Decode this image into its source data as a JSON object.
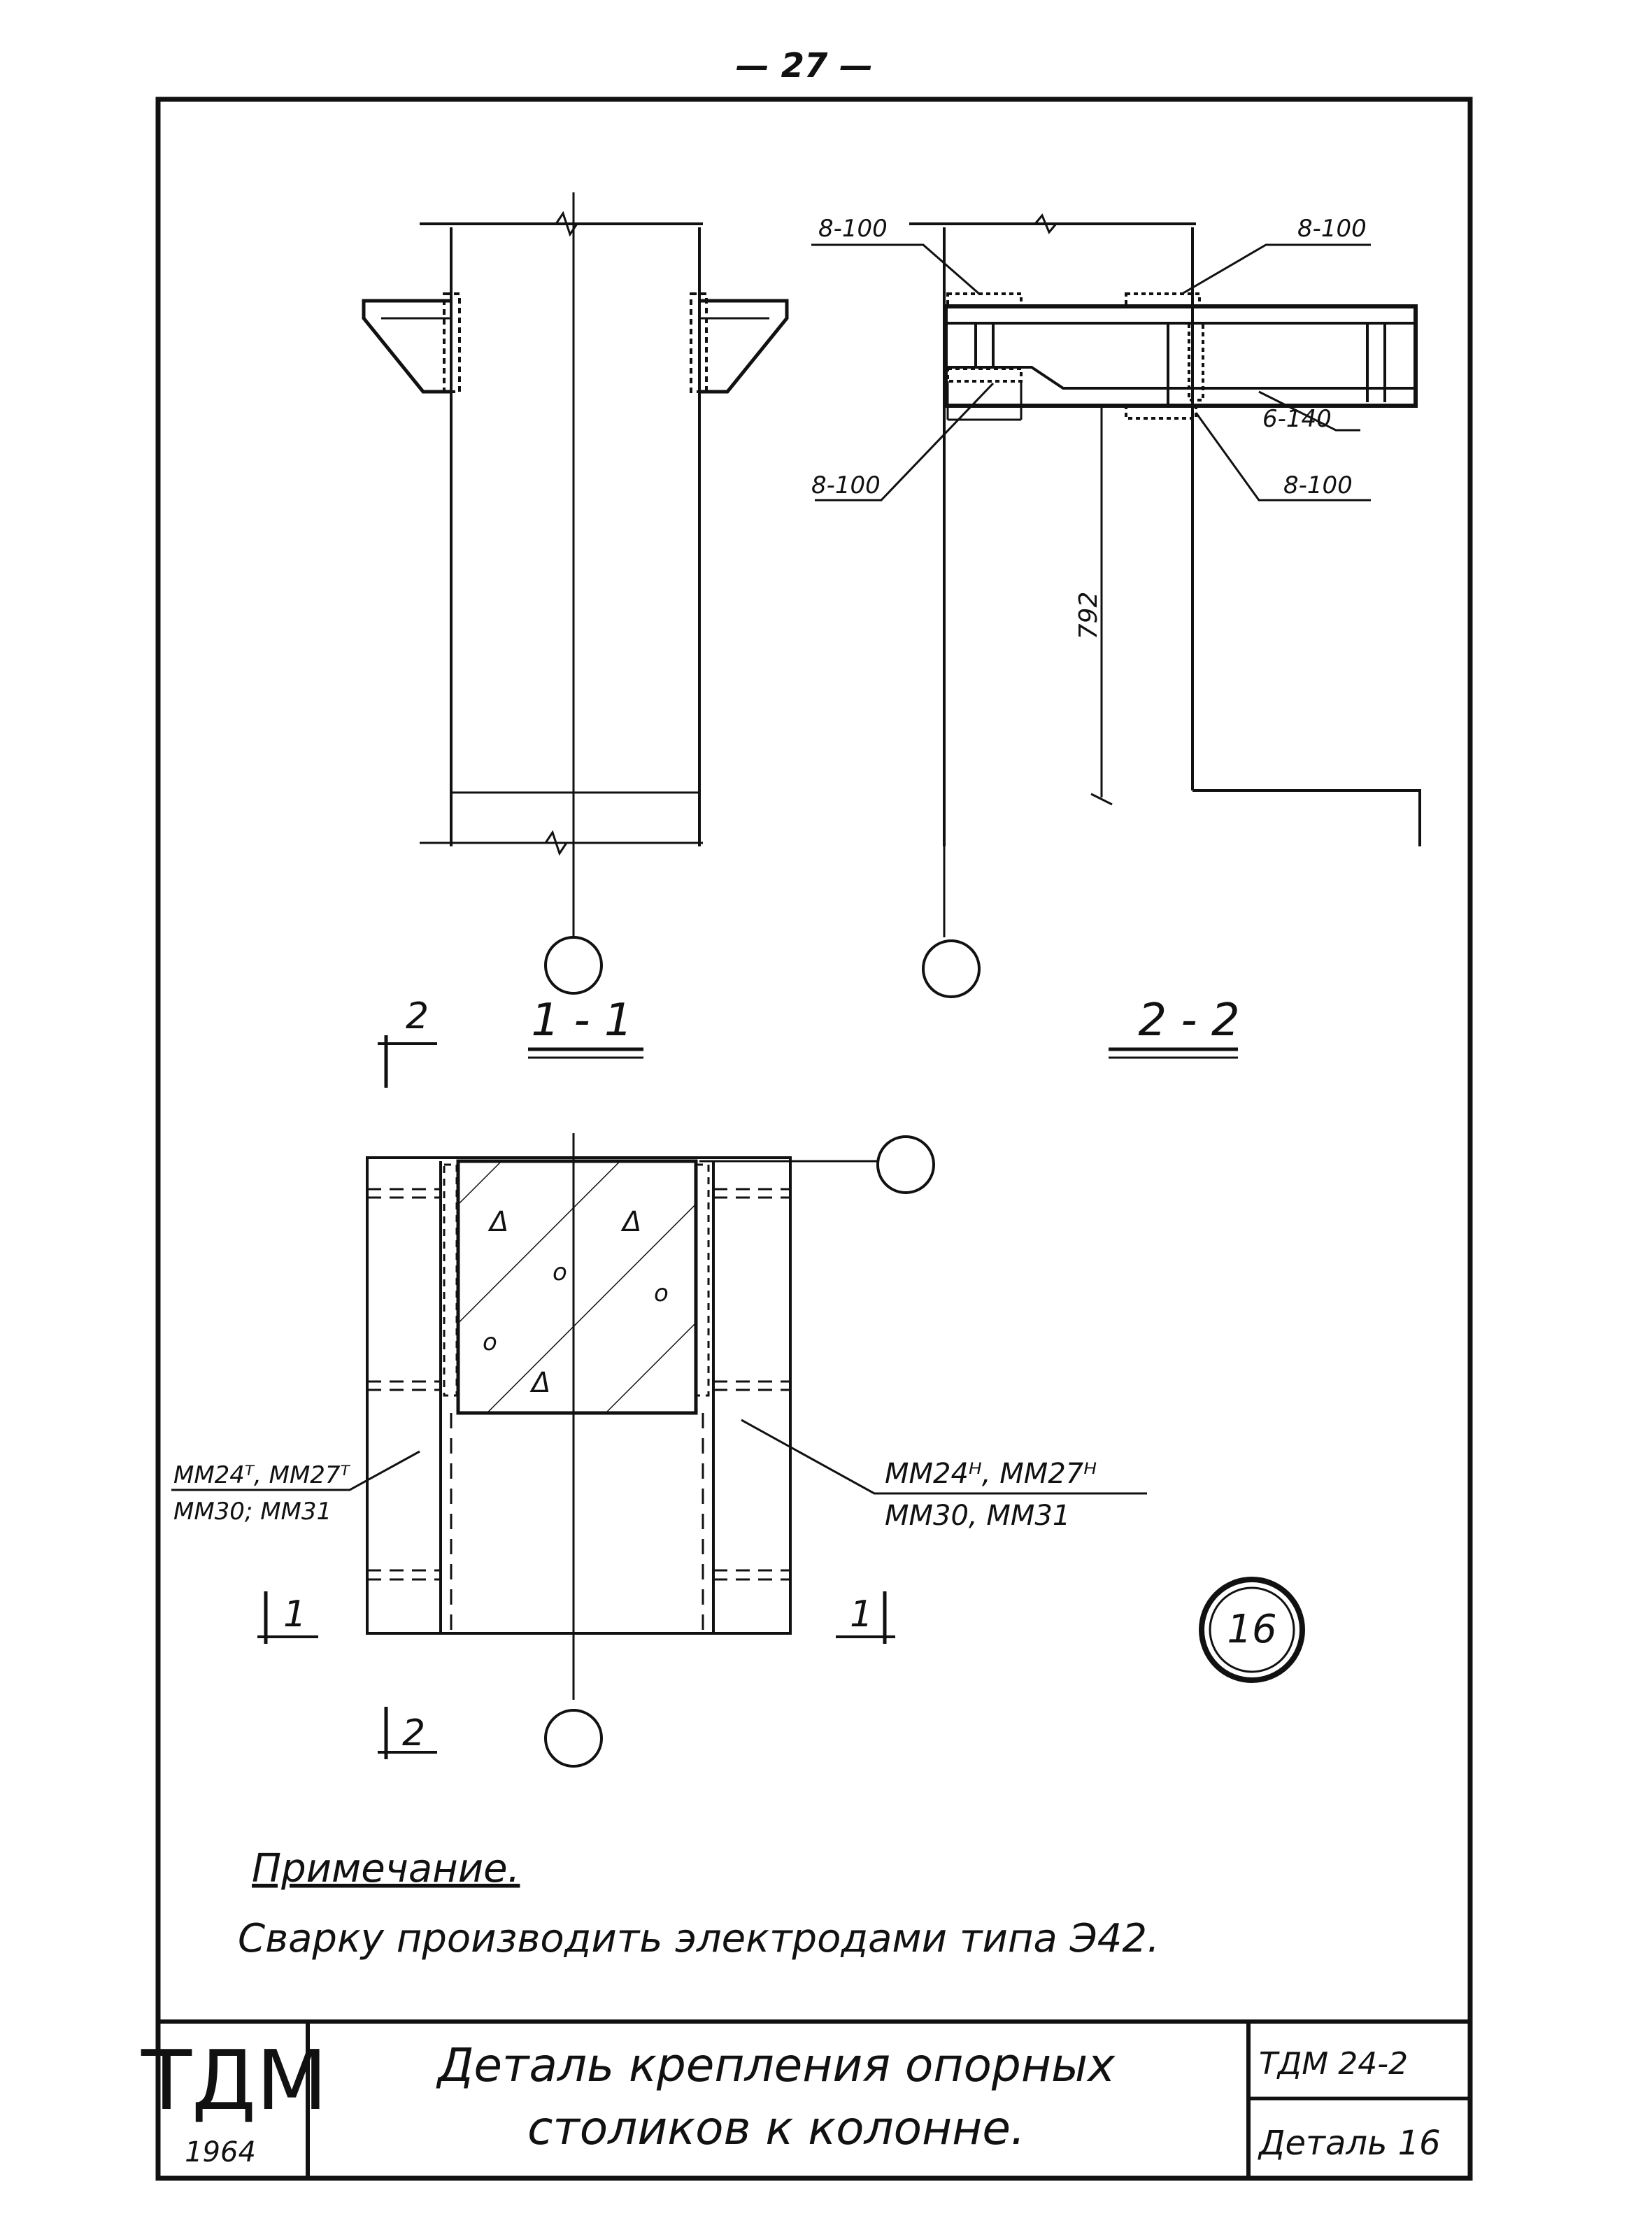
{
  "page_number": "— 27 —",
  "views": {
    "section_1_1": {
      "label": "1 - 1"
    },
    "section_2_2": {
      "label": "2 - 2"
    },
    "plan": {
      "cut_mark_1_left": "1",
      "cut_mark_1_right": "1",
      "cut_mark_2_top": "2",
      "cut_mark_2_bottom": "2"
    }
  },
  "welds": {
    "top_left": "8-100",
    "top_right": "8-100",
    "bottom_left": "8-100",
    "bottom_right": "8-100",
    "right_middle": "6-140"
  },
  "dimension_792": "792",
  "marks": {
    "left_line1": "ММ24ᵀ, ММ27ᵀ",
    "left_line2": "ММ30; ММ31",
    "right_line1": "ММ24ᴴ, ММ27ᴴ",
    "right_line2": "ММ30, ММ31"
  },
  "detail_number": "16",
  "note": {
    "heading": "Примечание.",
    "text": "Сварку производить электродами типа Э42."
  },
  "title_block": {
    "org": "ТДМ",
    "year": "1964",
    "title_line1": "Деталь крепления опорных",
    "title_line2": "столиков к колонне.",
    "doc_code": "ТДМ 24-2",
    "sheet_name": "Деталь 16"
  }
}
